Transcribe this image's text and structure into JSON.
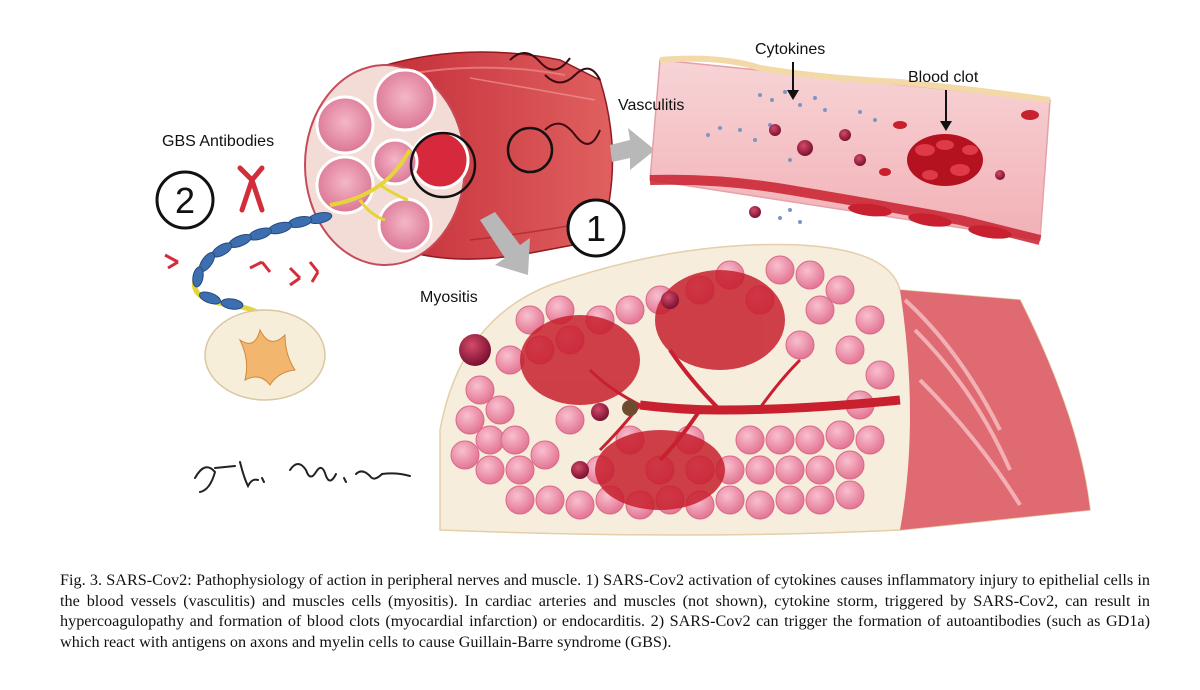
{
  "figure": {
    "labels": {
      "cytokines": "Cytokines",
      "blood_clot": "Blood clot",
      "vasculitis": "Vasculitis",
      "gbs_antibodies": "GBS Antibodies",
      "myositis": "Myositis"
    },
    "markers": {
      "one": "1",
      "two": "2"
    },
    "colors": {
      "tissue_red": "#d32c3a",
      "bundle_pink": "#e98aa5",
      "vessel_pink": "#f6c9cc",
      "arrow_grey": "#b8b8b8",
      "nerve_yellow": "#e6d53a",
      "myelin_blue": "#3d6fb0",
      "spinal_cord_orange": "#f2b66f"
    }
  },
  "caption": {
    "text": "Fig. 3.  SARS-Cov2: Pathophysiology of action in peripheral nerves and muscle. 1) SARS-Cov2 activation of cytokines causes inflammatory injury to epithelial cells in the blood vessels (vasculitis) and muscles cells (myositis). In cardiac arteries and muscles (not shown), cytokine storm, triggered by SARS-Cov2, can result in hypercoagulopathy and formation of blood clots (myocardial infarction) or endocarditis. 2) SARS-Cov2 can trigger the formation of autoantibodies (such as GD1a) which react with antigens on axons and myelin cells to cause Guillain-Barre syndrome (GBS)."
  }
}
